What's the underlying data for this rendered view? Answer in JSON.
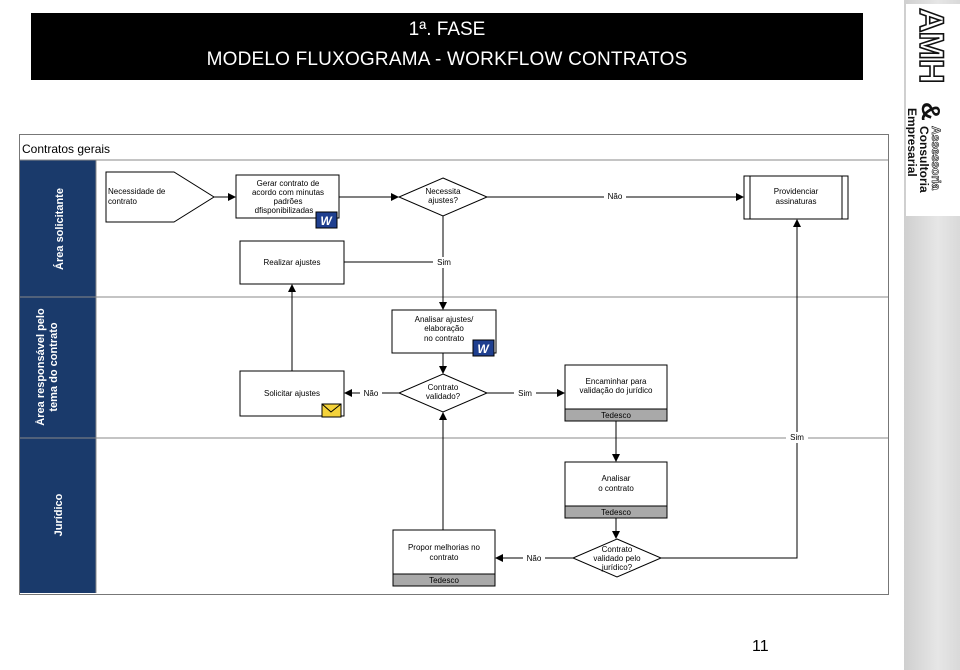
{
  "header": {
    "line1": "1ª. FASE",
    "line2": "MODELO FLUXOGRAMA   - WORKFLOW CONTRATOS"
  },
  "logo": {
    "mark": "AMH",
    "line1": "&",
    "line2": "Assessoria",
    "line3": "Consultoria",
    "line4": "Empresarial"
  },
  "diagram": {
    "title": "Contratos gerais",
    "lanes": [
      "Área solicitante",
      "Área responsável pelo tema do contrato",
      "Jurídico"
    ],
    "nodes": {
      "necessidade": "Necessidade de contrato",
      "gerar_l1": "Gerar contrato de",
      "gerar_l2": "acordo com minutas",
      "gerar_l3": "padrões",
      "gerar_l4": "dfisponibilizadas",
      "necessita_l1": "Necessita",
      "necessita_l2": "ajustes?",
      "providenciar_l1": "Providenciar",
      "providenciar_l2": "assinaturas",
      "realizar": "Realizar ajustes",
      "analisar_l1": "Analisar ajustes/",
      "analisar_l2": "elaboração",
      "analisar_l3": "no contrato",
      "solicitar": "Solicitar ajustes",
      "validado_l1": "Contrato",
      "validado_l2": "validado?",
      "encaminhar_l1": "Encaminhar para",
      "encaminhar_l2": "validação do jurídico",
      "analisar_juridico_l1": "Analisar",
      "analisar_juridico_l2": "o contrato",
      "propor_l1": "Propor melhorias no",
      "propor_l2": "contrato",
      "validado_juridico_l1": "Contrato",
      "validado_juridico_l2": "validado pelo",
      "validado_juridico_l3": "jurídico?",
      "system_tag": "Tedesco",
      "word_icon_letter": "W"
    },
    "edges": {
      "nao": "Não",
      "sim": "Sim"
    }
  },
  "page_number": "11"
}
